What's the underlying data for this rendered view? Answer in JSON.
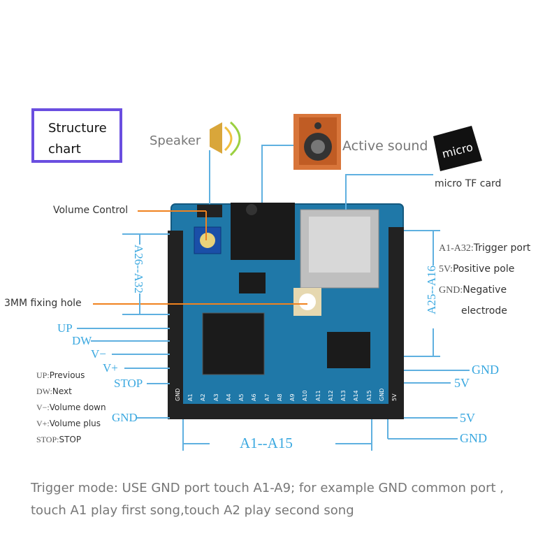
{
  "title": {
    "line1": "Structure",
    "line2": "chart"
  },
  "top_labels": {
    "speaker": "Speaker",
    "active_sound": "Active sound",
    "micro_tf": "micro TF card"
  },
  "left_callouts": {
    "volume_control": "Volume Control",
    "fixing_hole": "3MM fixing hole"
  },
  "left_vertical": "A26--A32",
  "right_vertical": "A25--A16",
  "bottom_range": "A1--A15",
  "pins_left": [
    "UP",
    "DW",
    "V−",
    "V+",
    "STOP",
    "GND"
  ],
  "legend_left": [
    {
      "key": "UP:",
      "desc": "Previous"
    },
    {
      "key": "DW:",
      "desc": "Next"
    },
    {
      "key": "V−:",
      "desc": "Volume down"
    },
    {
      "key": "V+:",
      "desc": "Volume plus"
    },
    {
      "key": "STOP:",
      "desc": "STOP"
    }
  ],
  "legend_right": [
    {
      "key": "A1-A32:",
      "desc": "Trigger port"
    },
    {
      "key": "5V:",
      "desc": "Positive pole"
    },
    {
      "key": "GND:",
      "desc": "Negative"
    },
    {
      "key": "",
      "desc": "electrode"
    }
  ],
  "pins_right": [
    "GND",
    "5V"
  ],
  "pins_bottom_right": [
    "5V",
    "GND"
  ],
  "board_bottom_labels": [
    "GND",
    "A1",
    "A2",
    "A3",
    "A4",
    "A5",
    "A6",
    "A7",
    "A8",
    "A9",
    "A10",
    "A11",
    "A12",
    "A13",
    "A14",
    "A15",
    "GND",
    "5V"
  ],
  "footer": {
    "line1": "Trigger mode: USE GND port touch A1-A9; for example GND common port ,",
    "line2": "touch A1 play first song,touch A2 play second song"
  },
  "colors": {
    "board": "#1f78a8",
    "callout_orange": "#f0821e",
    "accent_blue": "#3aa8e0",
    "title_border": "#6a4ee0"
  }
}
